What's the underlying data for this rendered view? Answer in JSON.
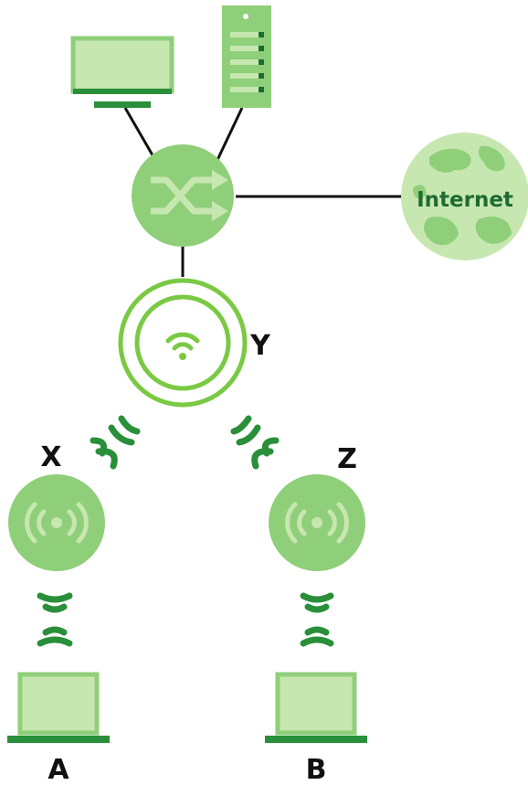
{
  "labels": {
    "internet": "Internet",
    "root_ap": "Y",
    "repeater_left": "X",
    "repeater_right": "Z",
    "client_left": "A",
    "client_right": "B"
  },
  "colors": {
    "light_green": "#8fcf7a",
    "pale_green": "#c7e7b0",
    "dark_green": "#2a8f3a",
    "line": "#111111",
    "bright_green": "#7ac943"
  },
  "icons": [
    "monitor-icon",
    "server-icon",
    "switch-icon",
    "globe-icon",
    "access-point-icon",
    "wireless-repeater-icon",
    "laptop-icon",
    "wifi-signal-icon"
  ]
}
